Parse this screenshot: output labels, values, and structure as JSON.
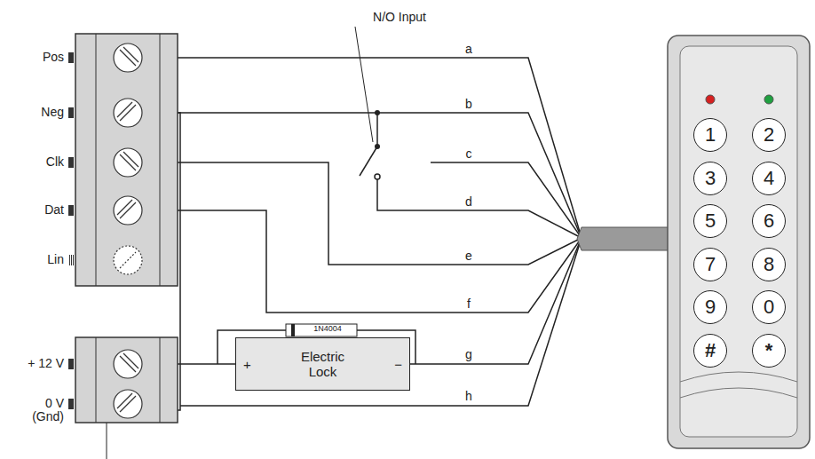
{
  "diagram": {
    "nodes": [
      {
        "text": [
          "+",
          "Electric Lock",
          "−"
        ]
      },
      {
        "text": [
          "1"
        ]
      },
      {
        "text": [
          "2"
        ]
      },
      {
        "text": [
          "3"
        ]
      },
      {
        "text": [
          "4"
        ]
      },
      {
        "text": [
          "5"
        ]
      },
      {
        "text": [
          "6"
        ]
      },
      {
        "text": [
          "7"
        ]
      },
      {
        "text": [
          "8"
        ]
      },
      {
        "text": [
          "9"
        ]
      },
      {
        "text": [
          "0"
        ]
      },
      {
        "text": [
          "#"
        ]
      },
      {
        "text": [
          "*"
        ]
      }
    ],
    "labels": [
      "N/O Input",
      "a",
      "b",
      "c",
      "d",
      "e",
      "f",
      "g",
      "h",
      "Pos",
      "Neg",
      "Clk",
      "Dat",
      "Lin",
      "+ 12 V",
      "0 V (Gnd)",
      "1N4004"
    ]
  }
}
